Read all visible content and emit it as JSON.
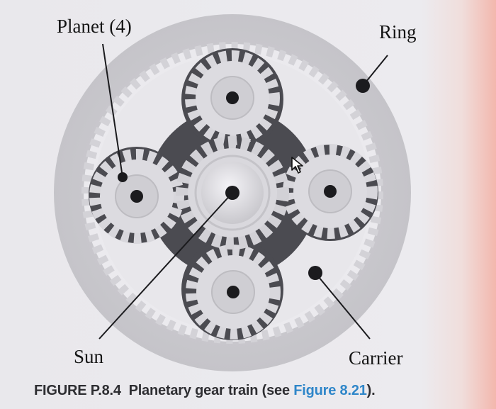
{
  "labels": {
    "planet": "Planet (4)",
    "ring": "Ring",
    "sun": "Sun",
    "carrier": "Carrier"
  },
  "caption": {
    "figure_id": "FIGURE P.8.4",
    "text": "Planetary gear train (see ",
    "ref": "Figure 8.21",
    "end": ")."
  },
  "colors": {
    "ring": "#c9c8cd",
    "carrier": "#4b4b51",
    "gear": "#dcdbe0",
    "caption_ref": "#2f86c9"
  },
  "icons": {
    "cursor": "arrow-cursor-icon"
  }
}
